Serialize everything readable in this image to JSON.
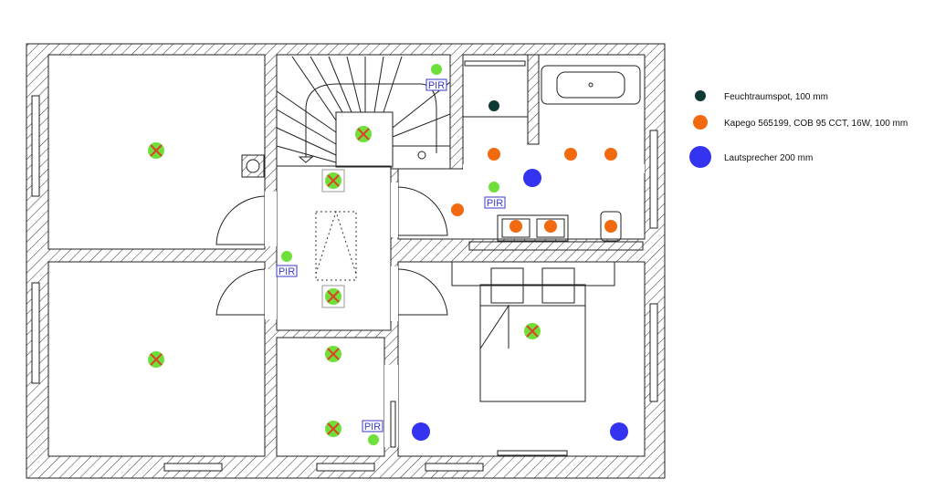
{
  "legend": [
    {
      "label": "Feuchtraumspot, 100 mm",
      "color": "#0e3a36"
    },
    {
      "label": "Kapego 565199, COB 95 CCT, 16W, 100 mm",
      "color": "#f26a10"
    },
    {
      "label": "Lautsprecher 200 mm",
      "color": "#3333f0"
    }
  ],
  "pir_label": "PIR",
  "colors": {
    "ceiling_light_fill": "#6fe03a",
    "ceiling_light_cross": "#e0402a",
    "pir": "#6fe03a"
  }
}
